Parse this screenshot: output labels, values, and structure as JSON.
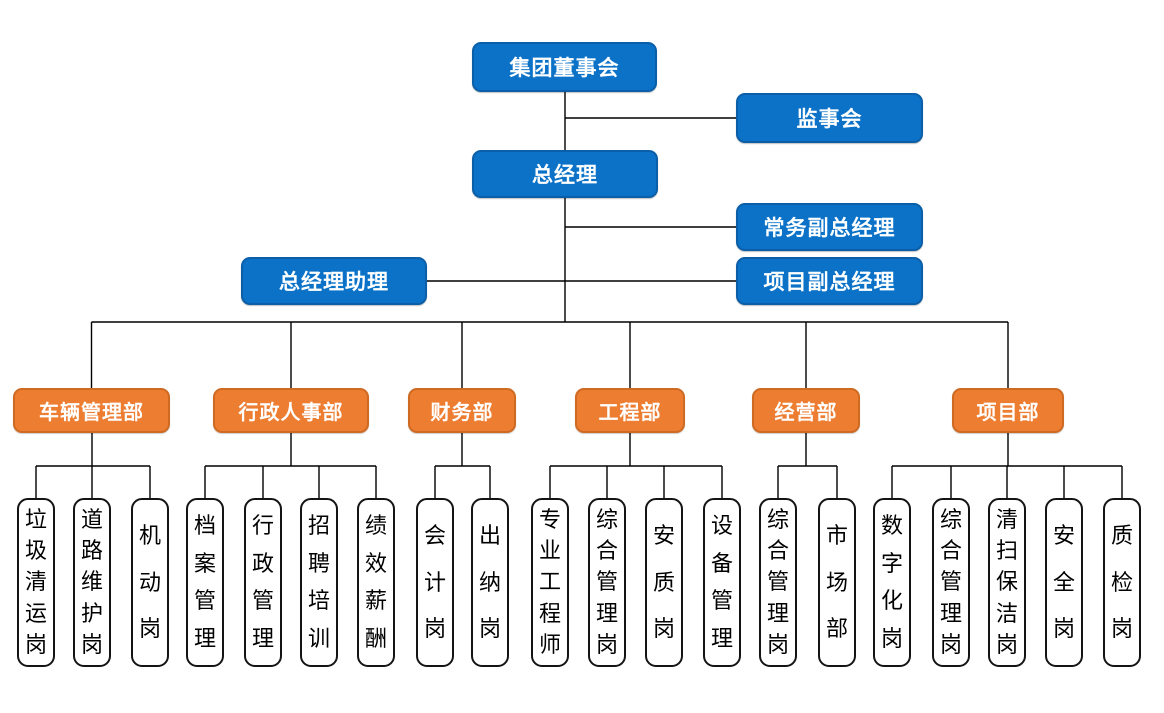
{
  "colors": {
    "executive_fill": "#0b72c8",
    "department_fill": "#ed7d31",
    "leaf_fill": "#ffffff",
    "leaf_border": "#141414",
    "connector": "#000000",
    "node_text": "#ffffff",
    "leaf_text": "#000000"
  },
  "nodes": {
    "board": "集团董事会",
    "supervisory_board": "监事会",
    "general_manager": "总经理",
    "executive_deputy_gm": "常务副总经理",
    "gm_assistant": "总经理助理",
    "project_deputy_gm": "项目副总经理"
  },
  "departments": [
    {
      "label": "车辆管理部",
      "positions": [
        "垃圾清运岗",
        "道路维护岗",
        "机动岗"
      ]
    },
    {
      "label": "行政人事部",
      "positions": [
        "档案管理",
        "行政管理",
        "招聘培训",
        "绩效薪酬"
      ]
    },
    {
      "label": "财务部",
      "positions": [
        "会计岗",
        "出纳岗"
      ]
    },
    {
      "label": "工程部",
      "positions": [
        "专业工程师",
        "综合管理岗",
        "安质岗",
        "设备管理"
      ]
    },
    {
      "label": "经营部",
      "positions": [
        "综合管理岗",
        "市场部"
      ]
    },
    {
      "label": "项目部",
      "positions": [
        "数字化岗",
        "综合管理岗",
        "清扫保洁岗",
        "安全岗",
        "质检岗"
      ]
    }
  ]
}
